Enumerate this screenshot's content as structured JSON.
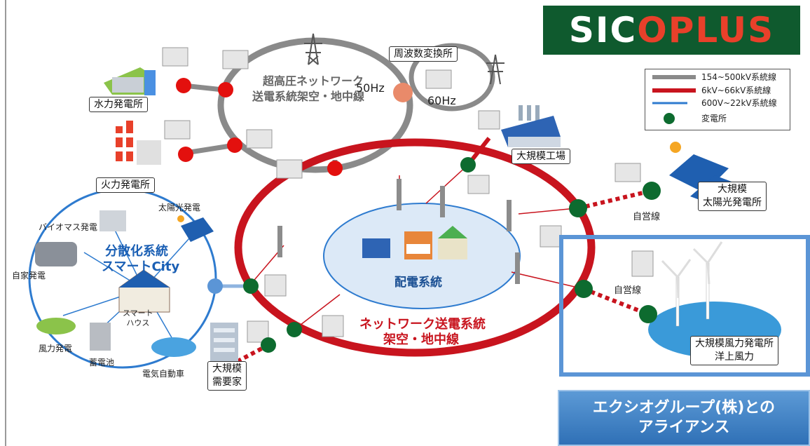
{
  "logo": {
    "text_a": "SIC",
    "text_b": "OPLUS"
  },
  "colors": {
    "high_voltage": "#8a8a8a",
    "mid_voltage": "#c8141e",
    "low_voltage": "#2e7bcf",
    "substation": "#0d6b2f",
    "logo_bg": "#0f5a2e"
  },
  "legend": [
    {
      "label": "154~500kV系統線",
      "line": "gray"
    },
    {
      "label": "6kV~66kV系統線",
      "line": "red"
    },
    {
      "label": "600V~22kV系統線",
      "line": "blue"
    },
    {
      "label": "変電所",
      "line": "dot"
    }
  ],
  "ehv_network": {
    "title1": "超高圧ネットワーク",
    "title2": "送電系統架空・地中線"
  },
  "freq": {
    "hz50": "50Hz",
    "hz60": "60Hz",
    "converter": "周波数変換所"
  },
  "facilities": {
    "hydro": "水力発電所",
    "thermal": "火力発電所",
    "factory": "大規模工場",
    "solar_large_1": "大規模",
    "solar_large_2": "太陽光発電所",
    "wind_large_1": "大規模風力発電所",
    "wind_large_2": "洋上風力",
    "consumer_1": "大規模",
    "consumer_2": "需要家"
  },
  "self_line_1": "自営線",
  "self_line_2": "自営線",
  "distribution": "配電系統",
  "network": {
    "line1": "ネットワーク送電系統",
    "line2": "架空・地中線"
  },
  "smart_city": {
    "title1": "分散化系統",
    "title2": "スマートCity",
    "solar": "太陽光発電",
    "biomass": "バイオマス発電",
    "private": "自家発電",
    "wind": "風力発電",
    "battery": "蓄電池",
    "ev": "電気自動車",
    "house1": "スマート",
    "house2": "ハウス"
  },
  "alliance": {
    "line1": "エクシオグループ(株)との",
    "line2": "アライアンス"
  }
}
